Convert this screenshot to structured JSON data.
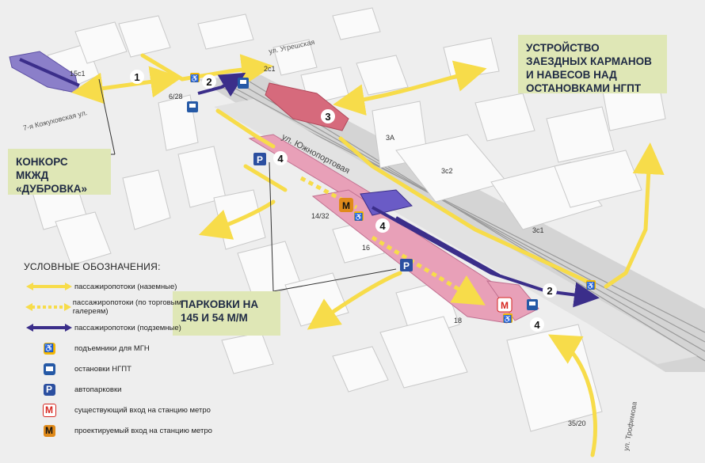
{
  "colors": {
    "ground_flow": "#f7dc4a",
    "gallery_flow": "#f7dc4a",
    "underground_flow": "#3b2e8a",
    "mgn_lift": "#f2b705",
    "bus_stop": "#2559a6",
    "parking": "#2b4fa0",
    "metro_existing": "#d6261f",
    "metro_projected": "#e08a1a",
    "platform": "#e8a0b8",
    "callout_bg": "#dfe7b6"
  },
  "callouts": {
    "stop_pockets": "УСТРОЙСТВО ЗАЕЗДНЫХ КАРМАНОВ И НАВЕСОВ НАД ОСТАНОВКАМИ НГПТ",
    "concourse": "КОНКОРС МКЖД «ДУБРОВКА»",
    "parkings": "ПАРКОВКИ НА 145 И 54 М/М"
  },
  "street_labels": {
    "ugreshskaya": "ул. Угрешская",
    "kozhukhovskaya": "7-я Кожуховская ул.",
    "yuzhnoportovaya": "ул. Южнопортовая",
    "trofimova": "ул. Трофимова"
  },
  "building_labels": [
    "15с1",
    "2с1",
    "6/28",
    "3А",
    "3с2",
    "3с1",
    "14/32",
    "16",
    "18",
    "35/20"
  ],
  "markers": [
    {
      "id": "m1",
      "text": "1"
    },
    {
      "id": "m2a",
      "text": "2"
    },
    {
      "id": "m2b",
      "text": "2"
    },
    {
      "id": "m3",
      "text": "3"
    },
    {
      "id": "m4a",
      "text": "4"
    },
    {
      "id": "m4b",
      "text": "4"
    },
    {
      "id": "m4c",
      "text": "4"
    }
  ],
  "icons": {
    "lift": "wheelchair-icon",
    "bus": "bus-icon",
    "parking": "P",
    "metro": "M"
  },
  "legend": {
    "title": "УСЛОВНЫЕ ОБОЗНАЧЕНИЯ:",
    "items": [
      {
        "name": "ground-flow",
        "text": "пассажиропотоки (наземные)"
      },
      {
        "name": "gallery-flow",
        "text": "пассажиропотоки (по торговым галереям)"
      },
      {
        "name": "underground-flow",
        "text": "пассажиропотоки (подземные)"
      },
      {
        "name": "mgn-lift",
        "text": "подъемники для МГН"
      },
      {
        "name": "bus-stop",
        "text": "остановки НГПТ"
      },
      {
        "name": "parking",
        "text": "автопарковки"
      },
      {
        "name": "metro-existing",
        "text": "существующий вход на станцию метро"
      },
      {
        "name": "metro-projected",
        "text": "проектируемый вход на станцию метро"
      }
    ]
  }
}
